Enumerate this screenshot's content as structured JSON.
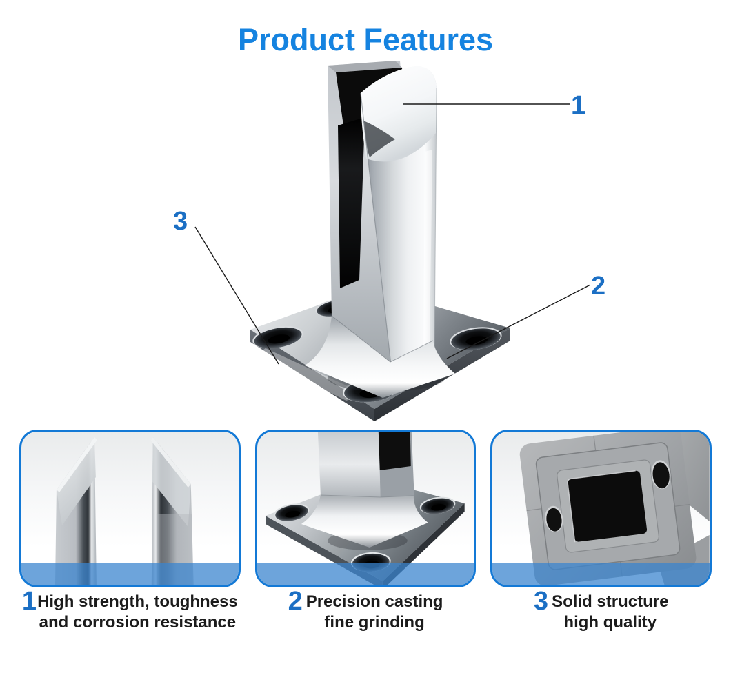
{
  "title": "Product Features",
  "colors": {
    "title_blue": "#1583e0",
    "number_blue": "#1b6fc4",
    "card_border_blue": "#1379d6",
    "band_blue": "rgba(58,132,206,0.74)",
    "callout_line": "#1a1a1a"
  },
  "callouts": [
    "1",
    "2",
    "3"
  ],
  "features": [
    {
      "number": "1",
      "lines": [
        "High strength, toughness",
        "and corrosion resistance"
      ]
    },
    {
      "number": "2",
      "lines": [
        "Precision casting",
        "fine grinding"
      ]
    },
    {
      "number": "3",
      "lines": [
        "Solid structure",
        "high quality"
      ]
    }
  ],
  "images": {
    "main": "stainless-steel-glass-spigot-photo",
    "detail_1": "clamp-jaws-closeup",
    "detail_2": "base-plate-closeup",
    "detail_3": "cast-underside-closeup"
  }
}
